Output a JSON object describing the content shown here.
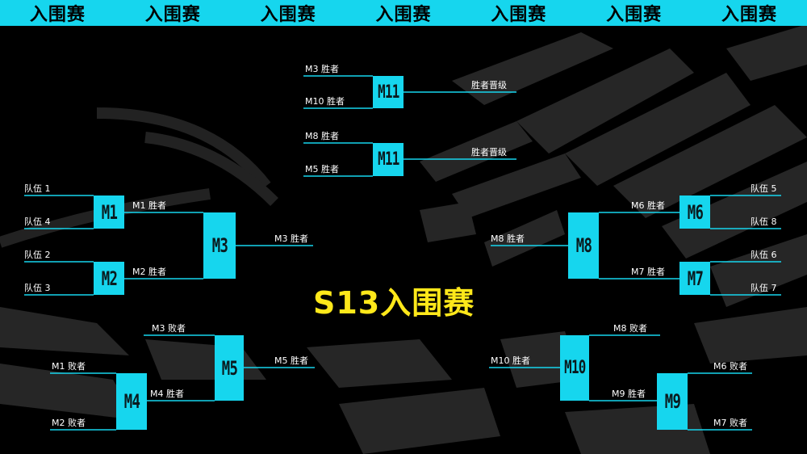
{
  "banner": {
    "repeat_label": "入围赛",
    "count": 7
  },
  "title": "S13入围赛",
  "colors": {
    "accent": "#16d6ee",
    "title": "#ffe81a",
    "background": "#000000",
    "text": "#ffffff"
  },
  "matches": {
    "m1": "M1",
    "m2": "M2",
    "m3": "M3",
    "m4": "M4",
    "m5": "M5",
    "m6": "M6",
    "m7": "M7",
    "m8": "M8",
    "m9": "M9",
    "m10": "M10",
    "m11_a": "M11",
    "m11_b": "M11"
  },
  "labels": {
    "team1": "队伍 1",
    "team4": "队伍 4",
    "team2": "队伍 2",
    "team3": "队伍 3",
    "team5": "队伍 5",
    "team8": "队伍 8",
    "team6": "队伍 6",
    "team7": "队伍 7",
    "m1_winner": "M1 胜者",
    "m2_winner": "M2 胜者",
    "m3_winner_out": "M3 胜者",
    "m6_winner": "M6 胜者",
    "m7_winner": "M7 胜者",
    "m8_winner_out": "M8 胜者",
    "m3_loser": "M3 败者",
    "m5_winner_out": "M5 胜者",
    "m1_loser": "M1 败者",
    "m4_winner": "M4 胜者",
    "m2_loser": "M2 败者",
    "m8_loser": "M8 败者",
    "m10_winner_out": "M10 胜者",
    "m6_loser": "M6 败者",
    "m9_winner": "M9 胜者",
    "m7_loser": "M7 败者",
    "top_m3_winner": "M3 胜者",
    "top_m10_winner": "M10 胜者",
    "advance_a": "胜者晋级",
    "top_m8_winner": "M8 胜者",
    "top_m5_winner": "M5 胜者",
    "advance_b": "胜者晋级"
  }
}
